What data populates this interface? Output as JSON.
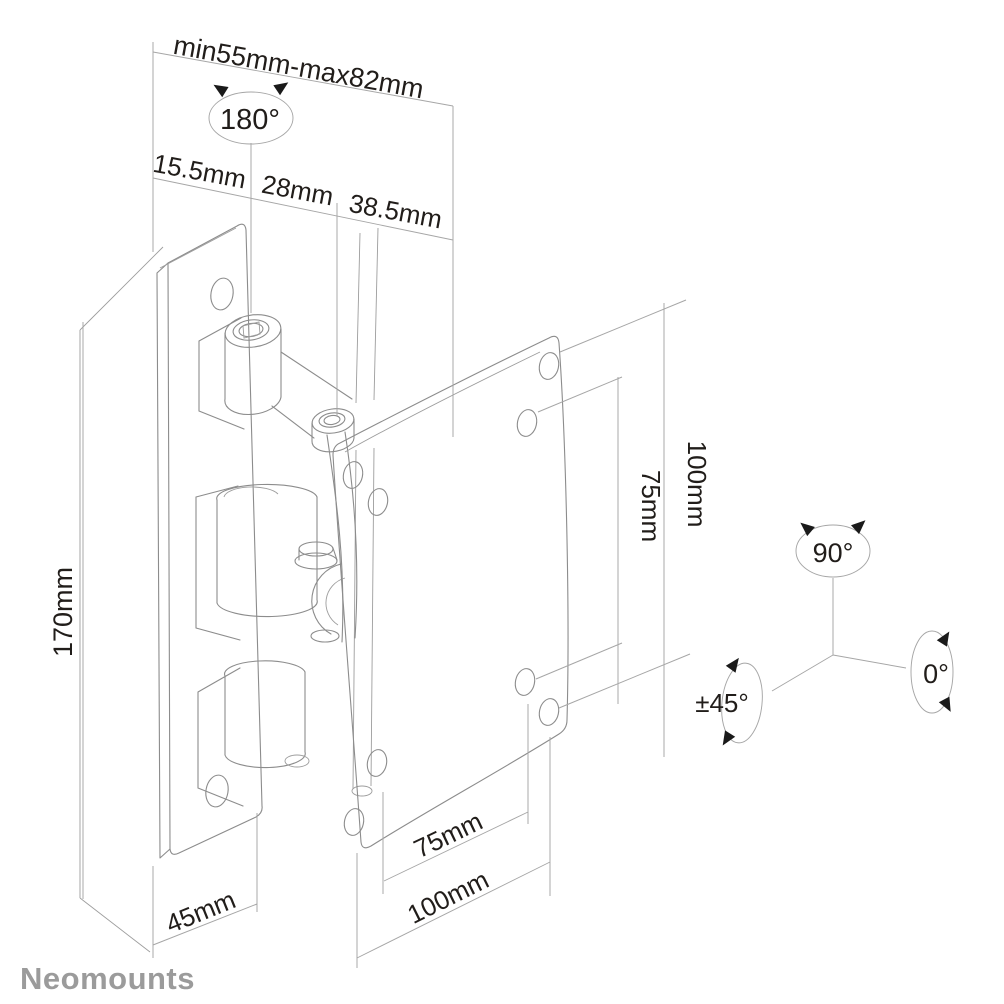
{
  "page": {
    "background": "#ffffff"
  },
  "brand": {
    "name": "Neomounts",
    "color": "#9b9b9b"
  },
  "diagram": {
    "type": "technical-drawing",
    "subject": "wall mount bracket with hinge arm and VESA plate",
    "line_color": "#8c8c8c",
    "dimension_line_color": "#a6a6a6",
    "text_color": "#211d1a"
  },
  "labels": {
    "depth_range": "min55mm-max82mm",
    "seg1": "15.5mm",
    "seg2": "28mm",
    "seg3": "38.5mm",
    "height": "170mm",
    "vesa_v_100": "100mm",
    "vesa_v_75": "75mm",
    "width_45": "45mm",
    "vesa_h_75": "75mm",
    "vesa_h_100": "100mm",
    "swivel_180": "180°",
    "rot_90": "90°",
    "rot_0": "0°",
    "tilt_45": "±45°"
  }
}
